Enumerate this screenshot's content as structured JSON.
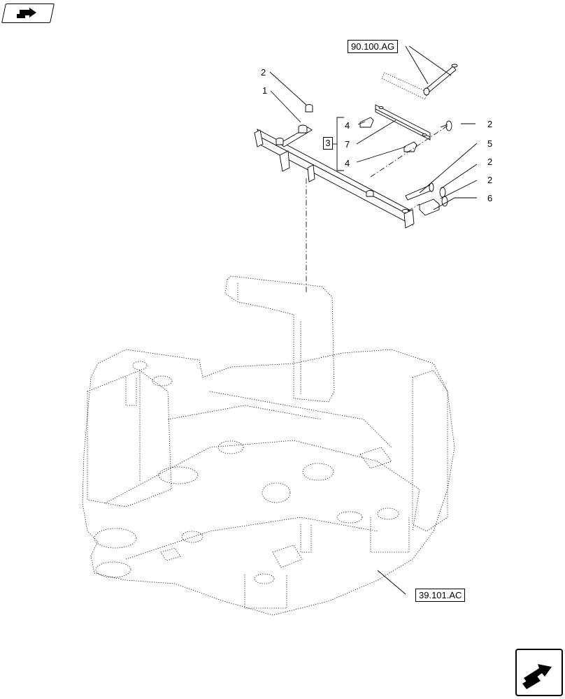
{
  "icons": {
    "top_nav": "previous-page-arrow-icon",
    "bottom_nav": "next-page-arrow-icon"
  },
  "references": {
    "top_assembly": "90.100.AG",
    "bottom_assembly": "39.101.AC"
  },
  "group_label": "3",
  "callouts": {
    "c1": "1",
    "c2a": "2",
    "c2b": "2",
    "c2c": "2",
    "c2d": "2",
    "c4a": "4",
    "c4b": "4",
    "c5": "5",
    "c6": "6",
    "c7": "7"
  }
}
